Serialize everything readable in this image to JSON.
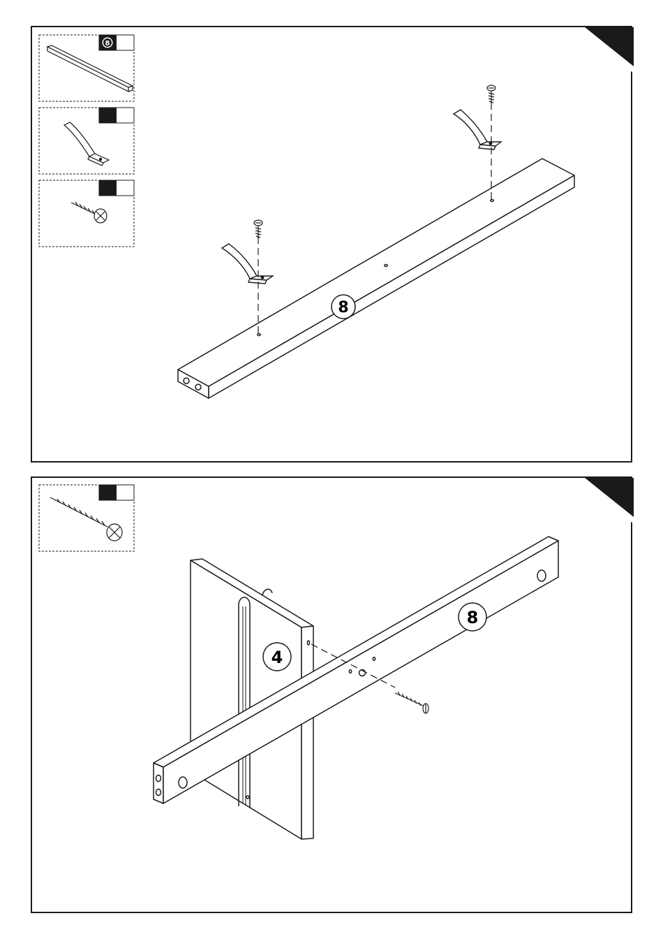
{
  "page": {
    "background": "#ffffff",
    "line_color": "#1a1a1a"
  },
  "step_1": {
    "parts": [
      {
        "icon": "wooden-rail-icon",
        "label": "8"
      },
      {
        "icon": "curved-bracket-icon",
        "label": ""
      },
      {
        "icon": "short-screw-icon",
        "label": ""
      }
    ],
    "rail_label": "8"
  },
  "step_2": {
    "parts": [
      {
        "icon": "long-screw-icon",
        "label": ""
      }
    ],
    "panel_label": "4",
    "rail_label": "8"
  }
}
